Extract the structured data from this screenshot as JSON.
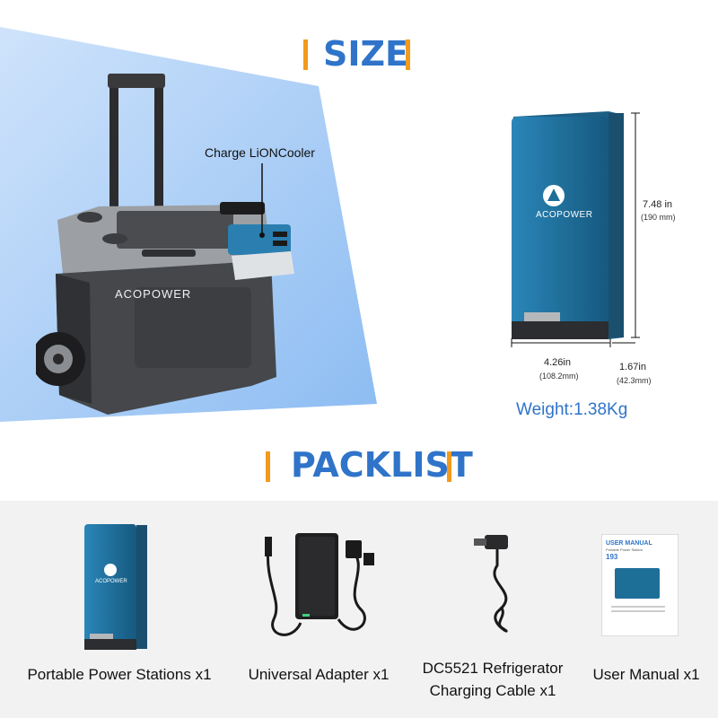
{
  "size_section": {
    "heading": "SIZE",
    "callout_label": "Charge LiONCooler",
    "cooler_brand": "ACOPOWER",
    "unit_brand": "ACOPOWER",
    "height_in": "7.48 in",
    "height_mm": "(190 mm)",
    "width_in": "4.26in",
    "width_mm": "(108.2mm)",
    "depth_in": "1.67in",
    "depth_mm": "(42.3mm)",
    "weight": "Weight:1.38Kg"
  },
  "packlist_section": {
    "heading": "PACKLIST",
    "items": [
      {
        "caption": "Portable Power Stations x1",
        "brand": "ACOPOWER"
      },
      {
        "caption": "Universal Adapter x1"
      },
      {
        "caption_line1": "DC5521 Refrigerator",
        "caption_line2": "Charging Cable x1"
      },
      {
        "caption": "User Manual x1",
        "manual_title": "USER MANUAL",
        "manual_subtitle": "Portable Power Station",
        "manual_model": "193"
      }
    ]
  },
  "colors": {
    "accent_blue": "#2f74c9",
    "orange_bar": "#f29a1c",
    "battery_teal": "#1e6f98",
    "panel_blue": "#a9cdf6"
  }
}
